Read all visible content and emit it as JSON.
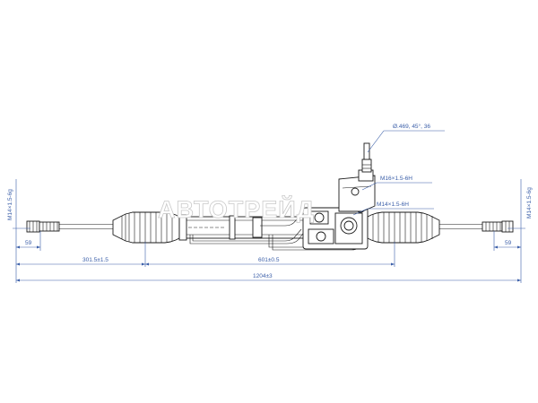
{
  "watermark": "АВТОТРЕЙД",
  "colors": {
    "dimension": "#3a5ea8",
    "outline": "#1a1a1a",
    "background": "#ffffff",
    "watermark_stroke": "#c9c9c9"
  },
  "callouts": {
    "fitting_angle": "Ø.469, 45°, 36",
    "port_upper": "M16×1.5-6H",
    "port_lower": "M14×1.5-6H"
  },
  "threads": {
    "left": "M14×1.5-6g",
    "right": "M14×1.5-6g"
  },
  "dimensions": {
    "left_end": "59",
    "right_end": "59",
    "left_offset": "301.5±1.5",
    "center_span": "601±0.5",
    "overall_length": "1204±3"
  }
}
